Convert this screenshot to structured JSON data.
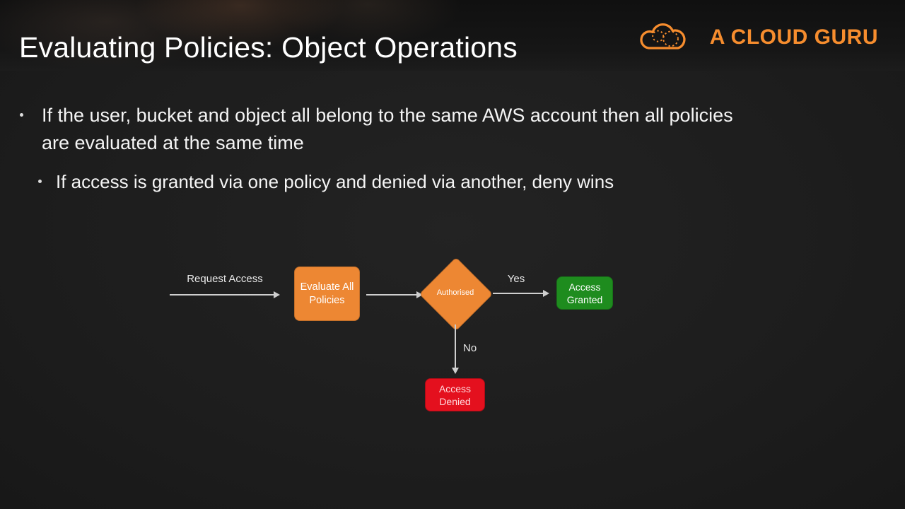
{
  "header": {
    "title": "Evaluating Policies: Object Operations",
    "logo_text": "A CLOUD GURU"
  },
  "bullets": {
    "main": "If the user, bucket and object all belong to the same AWS account then all policies are evaluated at the same time",
    "sub": "If access is granted via one policy and denied via another, deny wins"
  },
  "flowchart": {
    "request_label": "Request Access",
    "evaluate_label": "Evaluate All Policies",
    "decision_label": "Authorised",
    "yes_label": "Yes",
    "no_label": "No",
    "granted_label": "Access Granted",
    "denied_label": "Access Denied",
    "colors": {
      "process_orange": "#ED8733",
      "granted_green": "#1E8C1E",
      "denied_red": "#E4101E",
      "arrow_gray": "#CFCFCF",
      "brand_orange": "#F68D2E"
    }
  }
}
